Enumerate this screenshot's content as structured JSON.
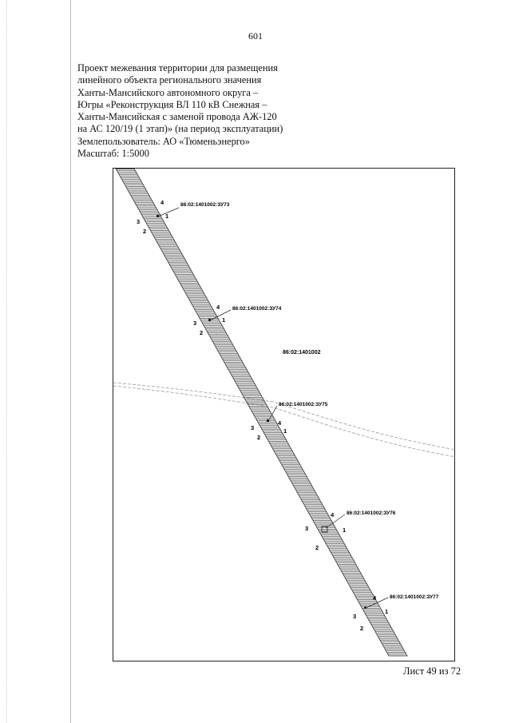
{
  "page_number": "601",
  "title_lines": [
    "Проект межевания территории для размещения",
    "линейного объекта регионального значения",
    "Ханты-Мансийского автономного округа –",
    "Югры «Реконструкция ВЛ 110 кВ Снежная –",
    "Ханты-Мансийская с заменой провода АЖ-120",
    "на АС 120/19 (1 этап)» (на период эксплуатации)",
    "Землепользователь: АО «Тюменьэнерго»",
    "Масштаб: 1:5000"
  ],
  "map": {
    "quarter_label": "86:02:1401002",
    "plots": [
      {
        "id": "86:02:1401002:ЗУ73",
        "points": [
          "4",
          "1",
          "3",
          "2"
        ]
      },
      {
        "id": "86:02:1401002:ЗУ74",
        "points": [
          "4",
          "1",
          "3",
          "2"
        ]
      },
      {
        "id": "86:02:1401002:ЗУ75",
        "points": [
          "4",
          "1",
          "3",
          "2"
        ]
      },
      {
        "id": "86:02:1401002:ЗУ76",
        "points": [
          "4",
          "1",
          "3",
          "2"
        ]
      },
      {
        "id": "86:02:1401002:ЗУ77",
        "points": [
          "4",
          "1",
          "3",
          "2"
        ]
      }
    ],
    "colors": {
      "strip_hatch": "#555555",
      "frame": "#222222",
      "road": "#9a9a9a"
    }
  },
  "footer": "Лист 49 из 72"
}
